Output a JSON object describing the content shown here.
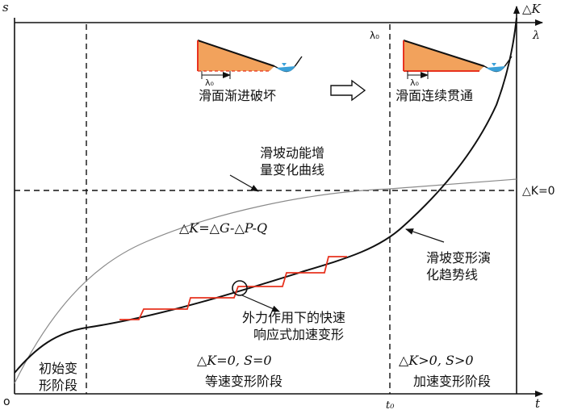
{
  "axes": {
    "y_left": "s",
    "y_right": "△K",
    "x_bottom": "t",
    "origin": "o",
    "top_right": "λ",
    "t0": "t₀",
    "lambda0": "λ₀",
    "dk_zero": "△K=0"
  },
  "top_illustrations": {
    "left_caption": "滑面渐进破坏",
    "right_caption": "滑面连续贯通",
    "lambda_mark": "λ₀"
  },
  "annotations": {
    "energy_curve_line1": "滑坡动能增",
    "energy_curve_line2": "量变化曲线",
    "formula": "△K=△G-△P-Q",
    "trend_line1": "滑坡变形演",
    "trend_line2": "化趋势线",
    "fast_response_line1": "外力作用下的快速",
    "fast_response_line2": "响应式加速变形"
  },
  "stages": {
    "initial_line1": "初始变",
    "initial_line2": "形阶段",
    "constant_condition": "△K=0, S=0",
    "constant_label": "等速变形阶段",
    "accel_condition": "△K>0, S>0",
    "accel_label": "加速变形阶段"
  },
  "colors": {
    "axis": "#111111",
    "trend_curve": "#111111",
    "energy_curve": "#8a8a8a",
    "step_curve": "#e8331f",
    "slide_fill": "#f2a25c",
    "slide_edge": "#e8331f",
    "water": "#3aa0d8"
  }
}
